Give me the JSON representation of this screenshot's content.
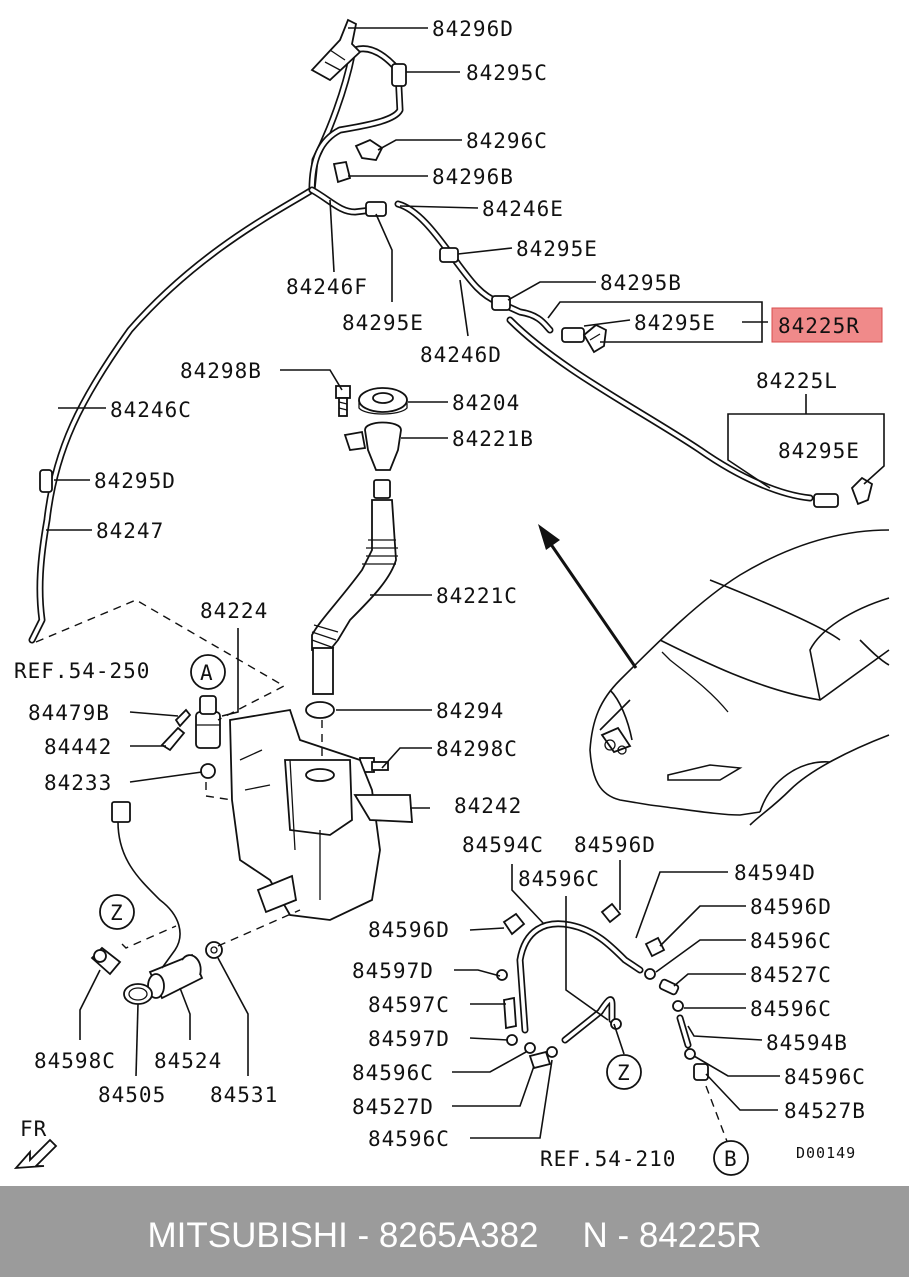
{
  "callouts": {
    "c84296D": "84296D",
    "c84295C": "84295C",
    "c84296C": "84296C",
    "c84296B": "84296B",
    "c84246E": "84246E",
    "c84295E_a": "84295E",
    "c84295B": "84295B",
    "c84295E_b": "84295E",
    "c84225R": "84225R",
    "c84246F": "84246F",
    "c84295E_c": "84295E",
    "c84246D": "84246D",
    "c84225L": "84225L",
    "c84295E_d": "84295E",
    "c84298B": "84298B",
    "c84204": "84204",
    "c84221B": "84221B",
    "c84246C": "84246C",
    "c84295D": "84295D",
    "c84247": "84247",
    "c84221C": "84221C",
    "c84224": "84224",
    "ref54250": "REF.54-250",
    "circleA": "A",
    "c84479B": "84479B",
    "c84442": "84442",
    "c84233": "84233",
    "c84294": "84294",
    "c84298C": "84298C",
    "c84242": "84242",
    "circleZ_left": "Z",
    "c84598C": "84598C",
    "c84524": "84524",
    "c84505": "84505",
    "c84531": "84531",
    "c84594C": "84594C",
    "c84596D_top": "84596D",
    "c84596C_top": "84596C",
    "c84594D": "84594D",
    "c84596D_r": "84596D",
    "c84596D_l": "84596D",
    "c84596C_r1": "84596C",
    "c84597D_1": "84597D",
    "c84527C": "84527C",
    "c84597C": "84597C",
    "c84596C_r2": "84596C",
    "c84597D_2": "84597D",
    "c84594B": "84594B",
    "c84596C_l1": "84596C",
    "c84596C_r3": "84596C",
    "c84527D": "84527D",
    "c84527B": "84527B",
    "c84596C_l2": "84596C",
    "circleZ_bottom": "Z",
    "ref54210": "REF.54-210",
    "circleB": "B",
    "fr": "FR",
    "diagramCode": "D00149"
  },
  "highlight_color": "#f08a8a",
  "footer": {
    "brand_part": "MITSUBISHI - 8265A382",
    "ref_part": "N - 84225R"
  }
}
